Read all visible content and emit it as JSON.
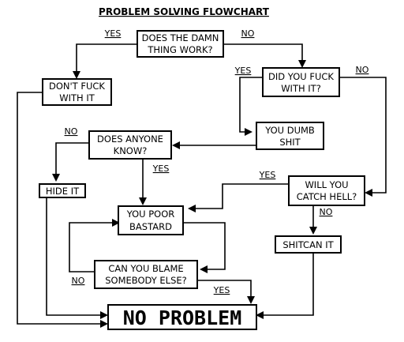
{
  "title": "PROBLEM SOLVING FLOWCHART",
  "colors": {
    "line": "#000000",
    "background": "#ffffff"
  },
  "nodes": {
    "works": [
      "DOES THE DAMN",
      "THING WORK?"
    ],
    "dont_fuck": [
      "DON'T FUCK",
      "WITH IT"
    ],
    "did_you_fuck": [
      "DID YOU FUCK",
      "WITH IT?"
    ],
    "dumb_shit": [
      "YOU DUMB",
      "SHIT"
    ],
    "anyone_know": [
      "DOES ANYONE",
      "KNOW?"
    ],
    "hide_it": [
      "HIDE IT"
    ],
    "catch_hell": [
      "WILL YOU",
      "CATCH HELL?"
    ],
    "poor_bastard": [
      "YOU POOR",
      "BASTARD"
    ],
    "shitcan": [
      "SHITCAN IT"
    ],
    "blame": [
      "CAN YOU BLAME",
      "SOMEBODY ELSE?"
    ],
    "no_problem": [
      "NO PROBLEM"
    ]
  },
  "edge_labels": {
    "works_yes": "YES",
    "works_no": "NO",
    "fuck_yes": "YES",
    "fuck_no": "NO",
    "know_no": "NO",
    "know_yes": "YES",
    "hell_yes": "YES",
    "hell_no": "NO",
    "blame_no": "NO",
    "blame_yes": "YES"
  }
}
